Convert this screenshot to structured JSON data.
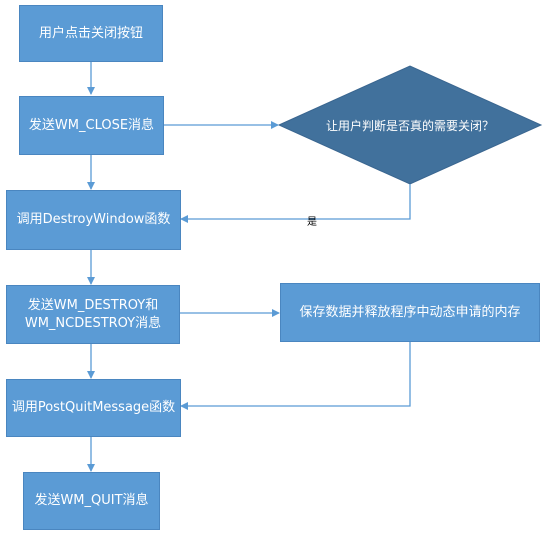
{
  "nodes": {
    "user_click": "用户点击关闭按钮",
    "send_wm_close": "发送WM_CLOSE消息",
    "decision": "让用户判断是否真的需要关闭？",
    "call_destroy_window": "调用DestroyWindow函数",
    "send_wm_destroy_line1": "发送WM_DESTROY和",
    "send_wm_destroy_line2": "WM_NCDESTROY消息",
    "save_and_release": "保存数据并释放程序中动态申请的内存",
    "call_post_quit": "调用PostQuitMessage函数",
    "send_wm_quit": "发送WM_QUIT消息"
  },
  "edge_labels": {
    "yes": "是"
  },
  "colors": {
    "box_fill": "#5b9bd5",
    "decision_fill": "#41719c",
    "arrow": "#5b9bd5"
  }
}
